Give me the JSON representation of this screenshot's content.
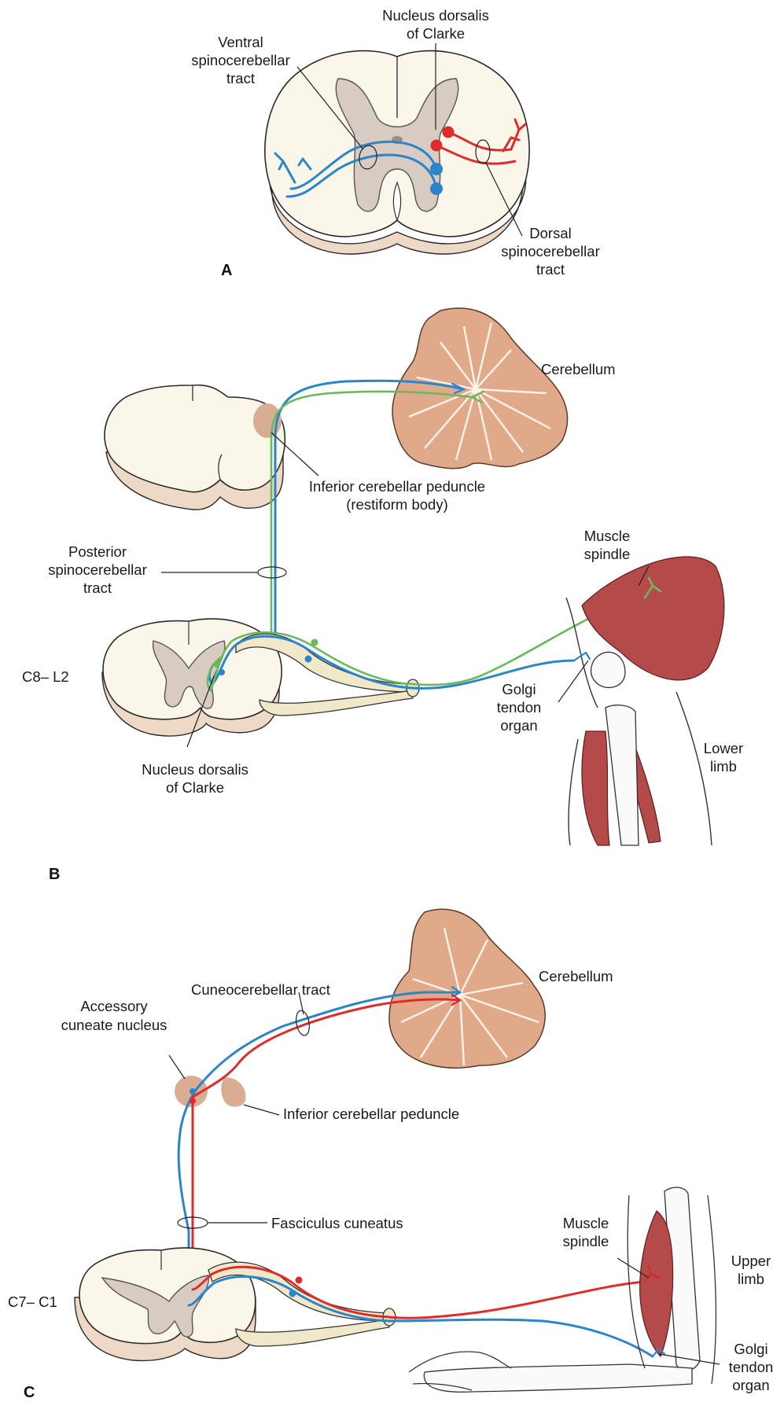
{
  "panelA": {
    "letter": "A",
    "label_nucleus_dorsalis_1": "Nucleus dorsalis",
    "label_nucleus_dorsalis_2": "of Clarke",
    "label_ventral_1": "Ventral",
    "label_ventral_2": "spinocerebellar",
    "label_ventral_3": "tract",
    "label_dorsal_1": "Dorsal",
    "label_dorsal_2": "spinocerebellar",
    "label_dorsal_3": "tract"
  },
  "panelB": {
    "letter": "B",
    "label_cerebellum": "Cerebellum",
    "label_icp_1": "Inferior cerebellar peduncle",
    "label_icp_2": "(restiform body)",
    "label_posterior_1": "Posterior",
    "label_posterior_2": "spinocerebellar",
    "label_posterior_3": "tract",
    "label_level": "C8– L2",
    "label_muscle_spindle_1": "Muscle",
    "label_muscle_spindle_2": "spindle",
    "label_golgi_1": "Golgi",
    "label_golgi_2": "tendon",
    "label_golgi_3": "organ",
    "label_nucleus_1": "Nucleus dorsalis",
    "label_nucleus_2": "of Clarke",
    "label_limb_1": "Lower",
    "label_limb_2": "limb"
  },
  "panelC": {
    "letter": "C",
    "label_cerebellum": "Cerebellum",
    "label_cuneo": "Cuneocerebellar tract",
    "label_accessory_1": "Accessory",
    "label_accessory_2": "cuneate nucleus",
    "label_icp": "Inferior cerebellar peduncle",
    "label_fasciculus": "Fasciculus cuneatus",
    "label_level": "C7– C1",
    "label_muscle_spindle_1": "Muscle",
    "label_muscle_spindle_2": "spindle",
    "label_limb_1": "Upper",
    "label_limb_2": "limb",
    "label_golgi_1": "Golgi",
    "label_golgi_2": "tendon",
    "label_golgi_3": "organ"
  },
  "colors": {
    "blue_tract": "#2a86c9",
    "red_tract": "#e02b2b",
    "green_tract": "#6cb85a",
    "cerebellum": "#e0a989",
    "muscle": "#b54a4a"
  }
}
